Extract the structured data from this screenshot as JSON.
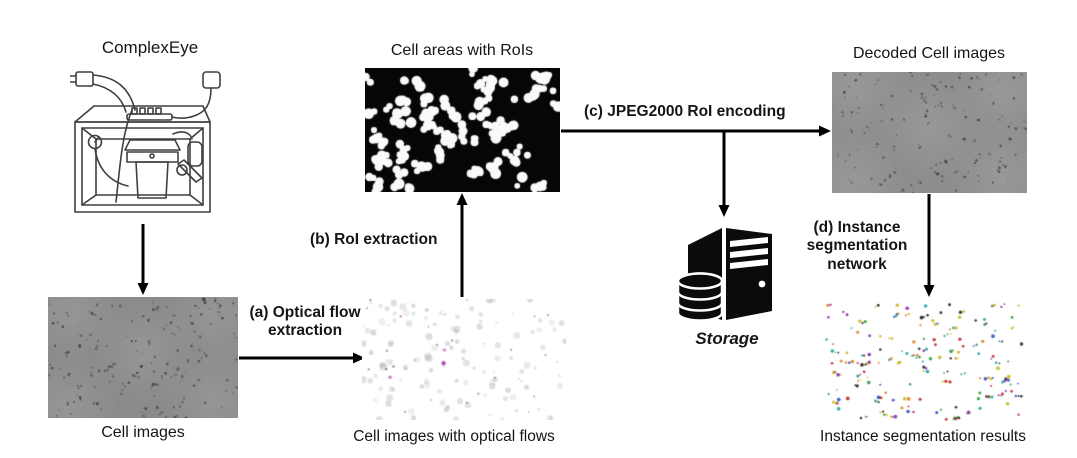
{
  "diagram": {
    "device": {
      "label": "ComplexEye"
    },
    "panels": {
      "cell_images": {
        "caption": "Cell images",
        "type": "gray",
        "bg": "#8a8a8a",
        "speck_color": "#2f2f2f",
        "speck_count": 150,
        "seed": 7
      },
      "optical_flows": {
        "caption": "Cell images with optical flows",
        "type": "flow",
        "bg": "#ffffff",
        "dot_color": "#8f8f8f",
        "accent_color": "#b04ab0",
        "dot_count": 150,
        "seed": 11
      },
      "roi_areas": {
        "caption": "Cell areas with RoIs",
        "type": "roi",
        "bg": "#060606",
        "blob_color": "#fafafa",
        "blob_count": 88,
        "seed": 5
      },
      "decoded": {
        "caption": "Decoded Cell images",
        "type": "gray",
        "bg": "#8d8d8d",
        "speck_color": "#353535",
        "speck_count": 125,
        "seed": 19
      },
      "results": {
        "caption": "Instance segmentation results",
        "type": "dots",
        "bg": "#ffffff",
        "palette": [
          "#c62a2a",
          "#2e9e3f",
          "#2f54c9",
          "#e0821f",
          "#1fa3a3",
          "#8b2fb0",
          "#26262a",
          "#c9bb23"
        ],
        "dot_count": 170,
        "seed": 23
      }
    },
    "storage": {
      "label": "Storage"
    },
    "steps": {
      "a": {
        "label": "(a) Optical flow\nextraction"
      },
      "b": {
        "label": "(b) RoI extraction"
      },
      "c": {
        "label": "(c) JPEG2000 RoI encoding"
      },
      "d": {
        "label": "(d) Instance\nsegmentation\nnetwork"
      }
    },
    "colors": {
      "arrow": "#000000",
      "text": "#151515",
      "line_art": "#3f3f3f",
      "icon": "#0b0b0b"
    }
  }
}
